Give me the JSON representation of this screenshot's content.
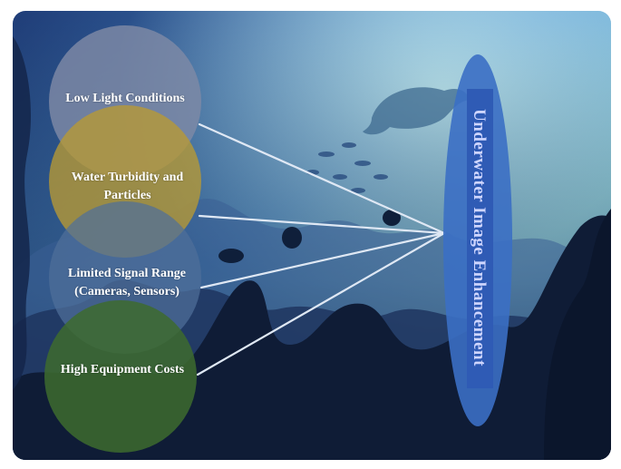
{
  "diagram": {
    "title": "Underwater Image Enhancement",
    "factors": [
      {
        "label": "Low Light Conditions",
        "color": "#7f8aa6"
      },
      {
        "label": "Water Turbidity and Particles",
        "color": "#b89a33"
      },
      {
        "label": "Limited Signal Range (Cameras, Sensors)",
        "color": "#4f6f9a"
      },
      {
        "label": "High Equipment Costs",
        "color": "#3d6b2e"
      }
    ],
    "colors": {
      "background_top": "#5fb6d6",
      "background_bottom": "#0e1a33",
      "oval": "#3b6fc4",
      "title_bar": "#2f5bb5",
      "connector": "#dfe8f4"
    }
  }
}
